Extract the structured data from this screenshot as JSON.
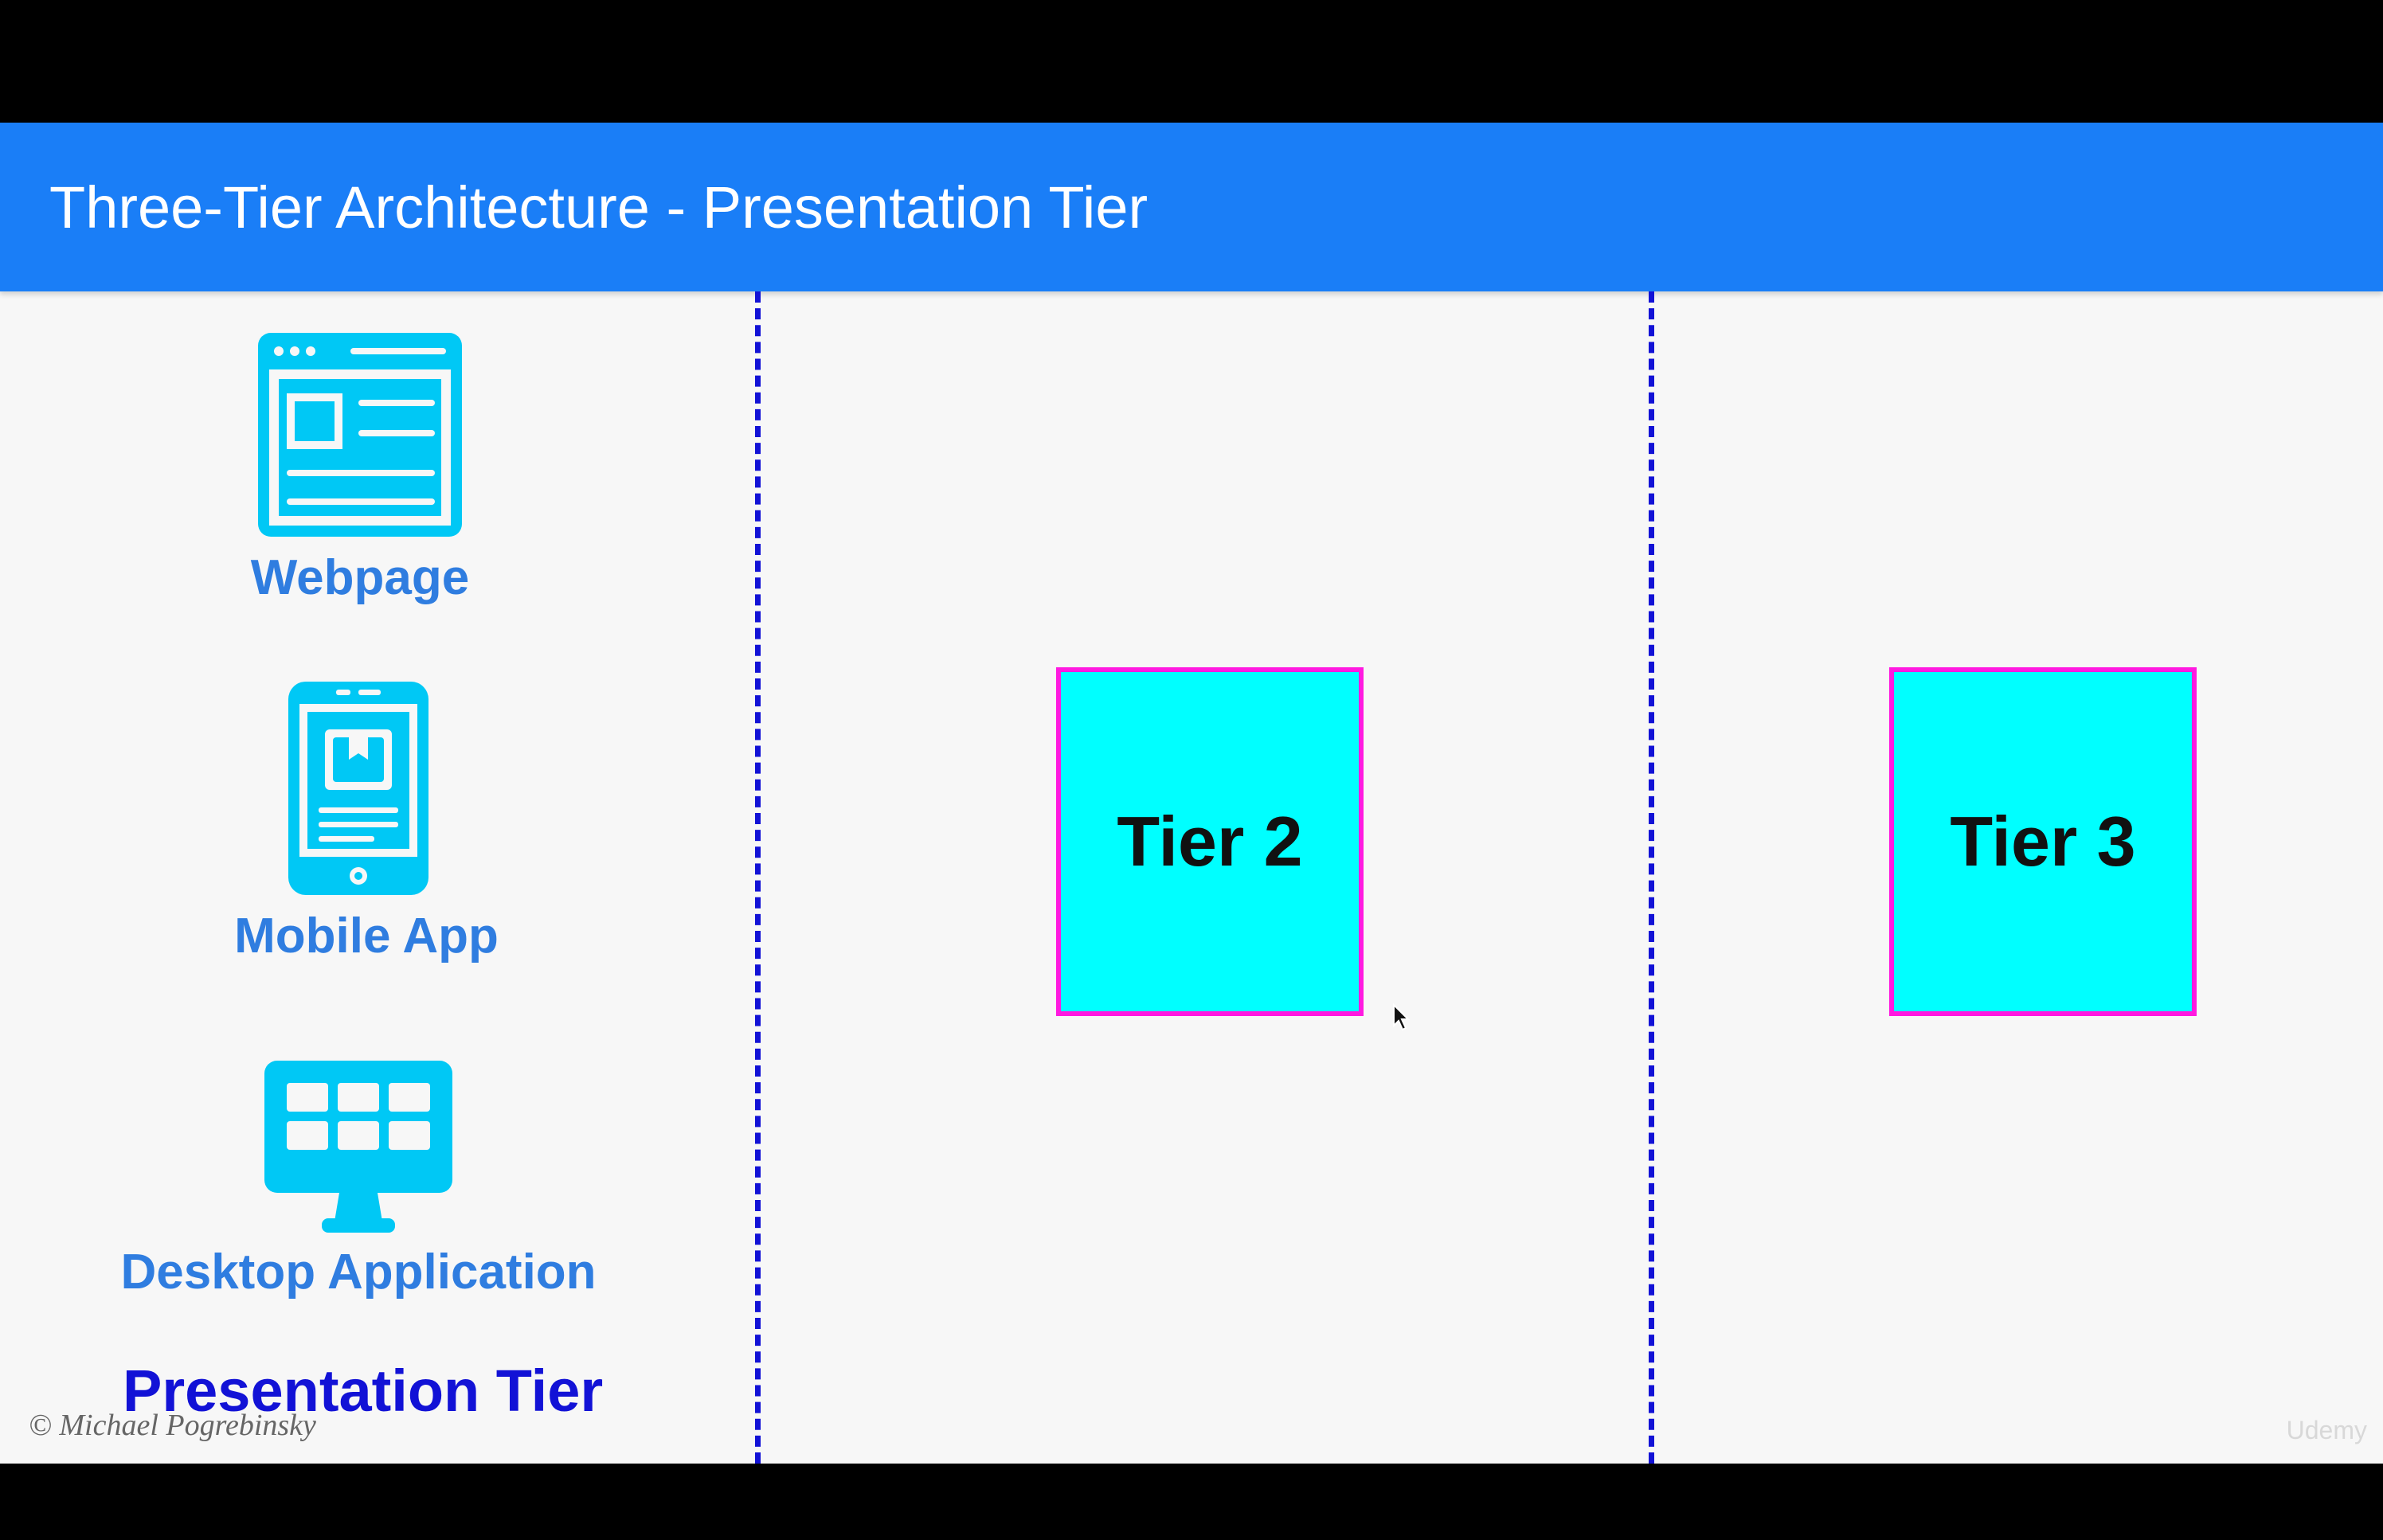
{
  "slide": {
    "title": "Three-Tier Architecture - Presentation Tier"
  },
  "clients": [
    {
      "label": "Webpage",
      "icon": "webpage-icon"
    },
    {
      "label": "Mobile App",
      "icon": "mobile-app-icon"
    },
    {
      "label": "Desktop Application",
      "icon": "desktop-icon"
    }
  ],
  "presentation_tier": {
    "label": "Presentation Tier"
  },
  "tiers": [
    {
      "label": "Tier 2"
    },
    {
      "label": "Tier 3"
    }
  ],
  "footer": {
    "copyright": "© Michael Pogrebinsky",
    "watermark": "Udemy"
  },
  "colors": {
    "header": "#1a7ef7",
    "divider": "#1212d6",
    "icon": "#00c8f5",
    "client_label": "#2f7de0",
    "tier_box_fill": "#00ffff",
    "tier_box_border": "#ff1ae0"
  }
}
